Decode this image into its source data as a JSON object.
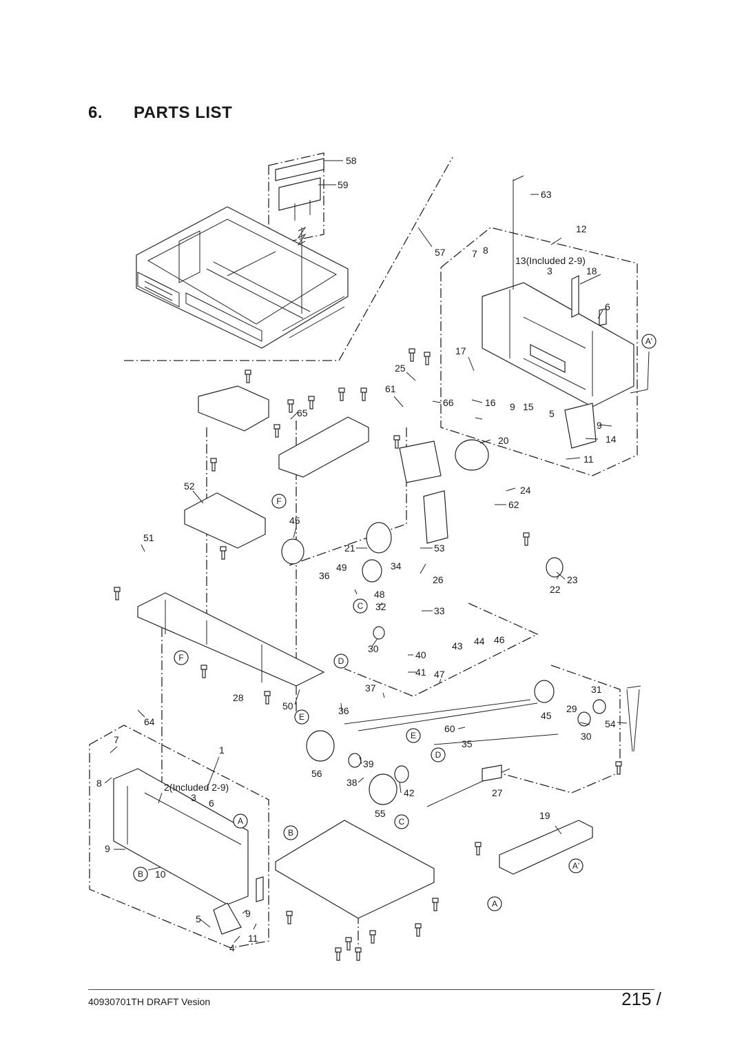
{
  "section": {
    "number": "6.",
    "title": "PARTS LIST"
  },
  "callouts": {
    "n58": "58",
    "n59": "59",
    "n63": "63",
    "n57": "57",
    "n12": "12",
    "n7a": "7",
    "n8a": "8",
    "n13": "13(Included 2-9)",
    "n3a": "3",
    "n18": "18",
    "n6a": "6",
    "n17": "17",
    "n25": "25",
    "n61": "61",
    "n66": "66",
    "n16": "16",
    "n9a": "9",
    "n15": "15",
    "n5a": "5",
    "n9b": "9",
    "n14": "14",
    "n11a": "11",
    "n20": "20",
    "n65": "65",
    "n52": "52",
    "n24": "24",
    "n62": "62",
    "n45a": "45",
    "n51": "51",
    "n21": "21",
    "n53": "53",
    "n49": "49",
    "n36a": "36",
    "n34": "34",
    "n26": "26",
    "n23": "23",
    "n22": "22",
    "n48": "48",
    "n32": "32",
    "n33": "33",
    "n30a": "30",
    "n40": "40",
    "n43": "43",
    "n44": "44",
    "n46": "46",
    "n41": "41",
    "n47": "47",
    "n28": "28",
    "n37": "37",
    "n31": "31",
    "n50": "50",
    "n36b": "36",
    "n45b": "45",
    "n29": "29",
    "n64": "64",
    "n54": "54",
    "n60": "60",
    "n30b": "30",
    "n7b": "7",
    "n1": "1",
    "n35": "35",
    "n8b": "8",
    "n56": "56",
    "n39": "39",
    "n38": "38",
    "n2": "2(Included 2-9)",
    "n3b": "3",
    "n6b": "6",
    "n42": "42",
    "n27": "27",
    "n55": "55",
    "n19": "19",
    "n9c": "9",
    "n10": "10",
    "n9d": "9",
    "n5b": "5",
    "n4": "4",
    "n11b": "11"
  },
  "refs": {
    "a_prime_right": "A'",
    "a_prime_bottom": "A'",
    "f_top": "F",
    "f_left": "F",
    "c_mid": "C",
    "c_bottom": "C",
    "d_mid": "D",
    "d_low": "D",
    "e_a": "E",
    "e_b": "E",
    "a_left": "A",
    "a_bottom": "A",
    "b_a": "B",
    "b_b": "B"
  },
  "footer": {
    "doc_id": "40930701TH  DRAFT Vesion",
    "page": "215 /"
  }
}
